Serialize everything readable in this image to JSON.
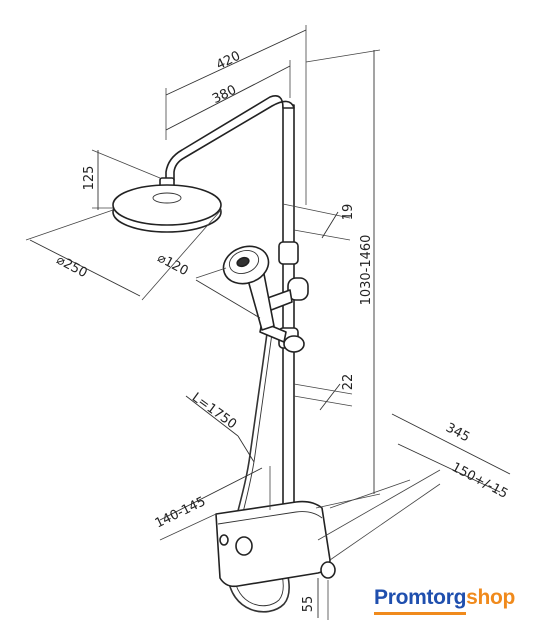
{
  "dimensions": {
    "width_420": "420",
    "width_380": "380",
    "height_125": "125",
    "size_19": "19",
    "height_1030_1460": "1030-1460",
    "diam_250": "⌀250",
    "diam_120": "⌀120",
    "size_22": "22",
    "hose_length": "L=1750",
    "depth_345": "345",
    "center_150": "150+/-15",
    "range_140_145": "140-145",
    "height_55": "55"
  },
  "brand": {
    "part1": "Promtorg",
    "part2": "shop"
  },
  "colors": {
    "line": "#222222",
    "brand_blue": "#1f4fae",
    "brand_orange": "#f08a1c"
  }
}
